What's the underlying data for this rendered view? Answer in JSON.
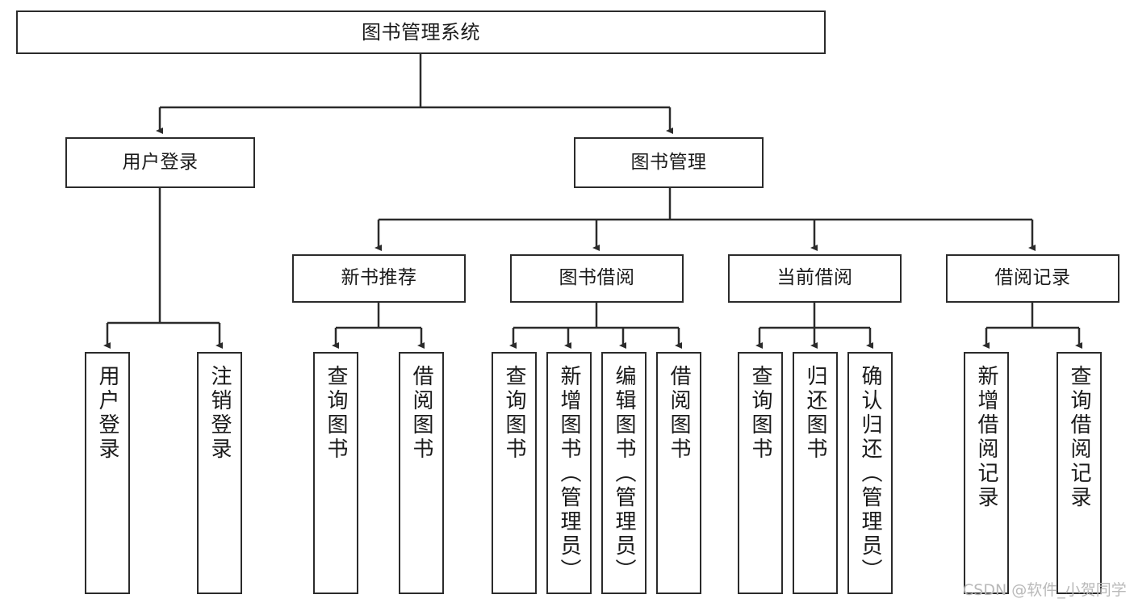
{
  "diagram": {
    "title": "图书管理系统",
    "type": "tree-hierarchy",
    "root": {
      "label": "图书管理系统"
    },
    "level2": [
      {
        "label": "用户登录"
      },
      {
        "label": "图书管理"
      }
    ],
    "level3": [
      {
        "label": "新书推荐"
      },
      {
        "label": "图书借阅"
      },
      {
        "label": "当前借阅"
      },
      {
        "label": "借阅记录"
      }
    ],
    "leaves": {
      "user_login": [
        {
          "label": "用户登录"
        },
        {
          "label": "注销登录"
        }
      ],
      "new_book_recommend": [
        {
          "label": "查询图书"
        },
        {
          "label": "借阅图书"
        }
      ],
      "book_borrow": [
        {
          "label": "查询图书"
        },
        {
          "label": "新增图书（管理员）"
        },
        {
          "label": "编辑图书（管理员）"
        },
        {
          "label": "借阅图书"
        }
      ],
      "current_borrow": [
        {
          "label": "查询图书"
        },
        {
          "label": "归还图书"
        },
        {
          "label": "确认归还（管理员）"
        }
      ],
      "borrow_record": [
        {
          "label": "新增借阅记录"
        },
        {
          "label": "查询借阅记录"
        }
      ]
    }
  },
  "watermark": {
    "text": "CSDN @软件_小贺同学"
  },
  "colors": {
    "border": "#2b2b2b",
    "text": "#1a1a1a",
    "background": "#ffffff",
    "watermark": "#b9b9b9"
  }
}
